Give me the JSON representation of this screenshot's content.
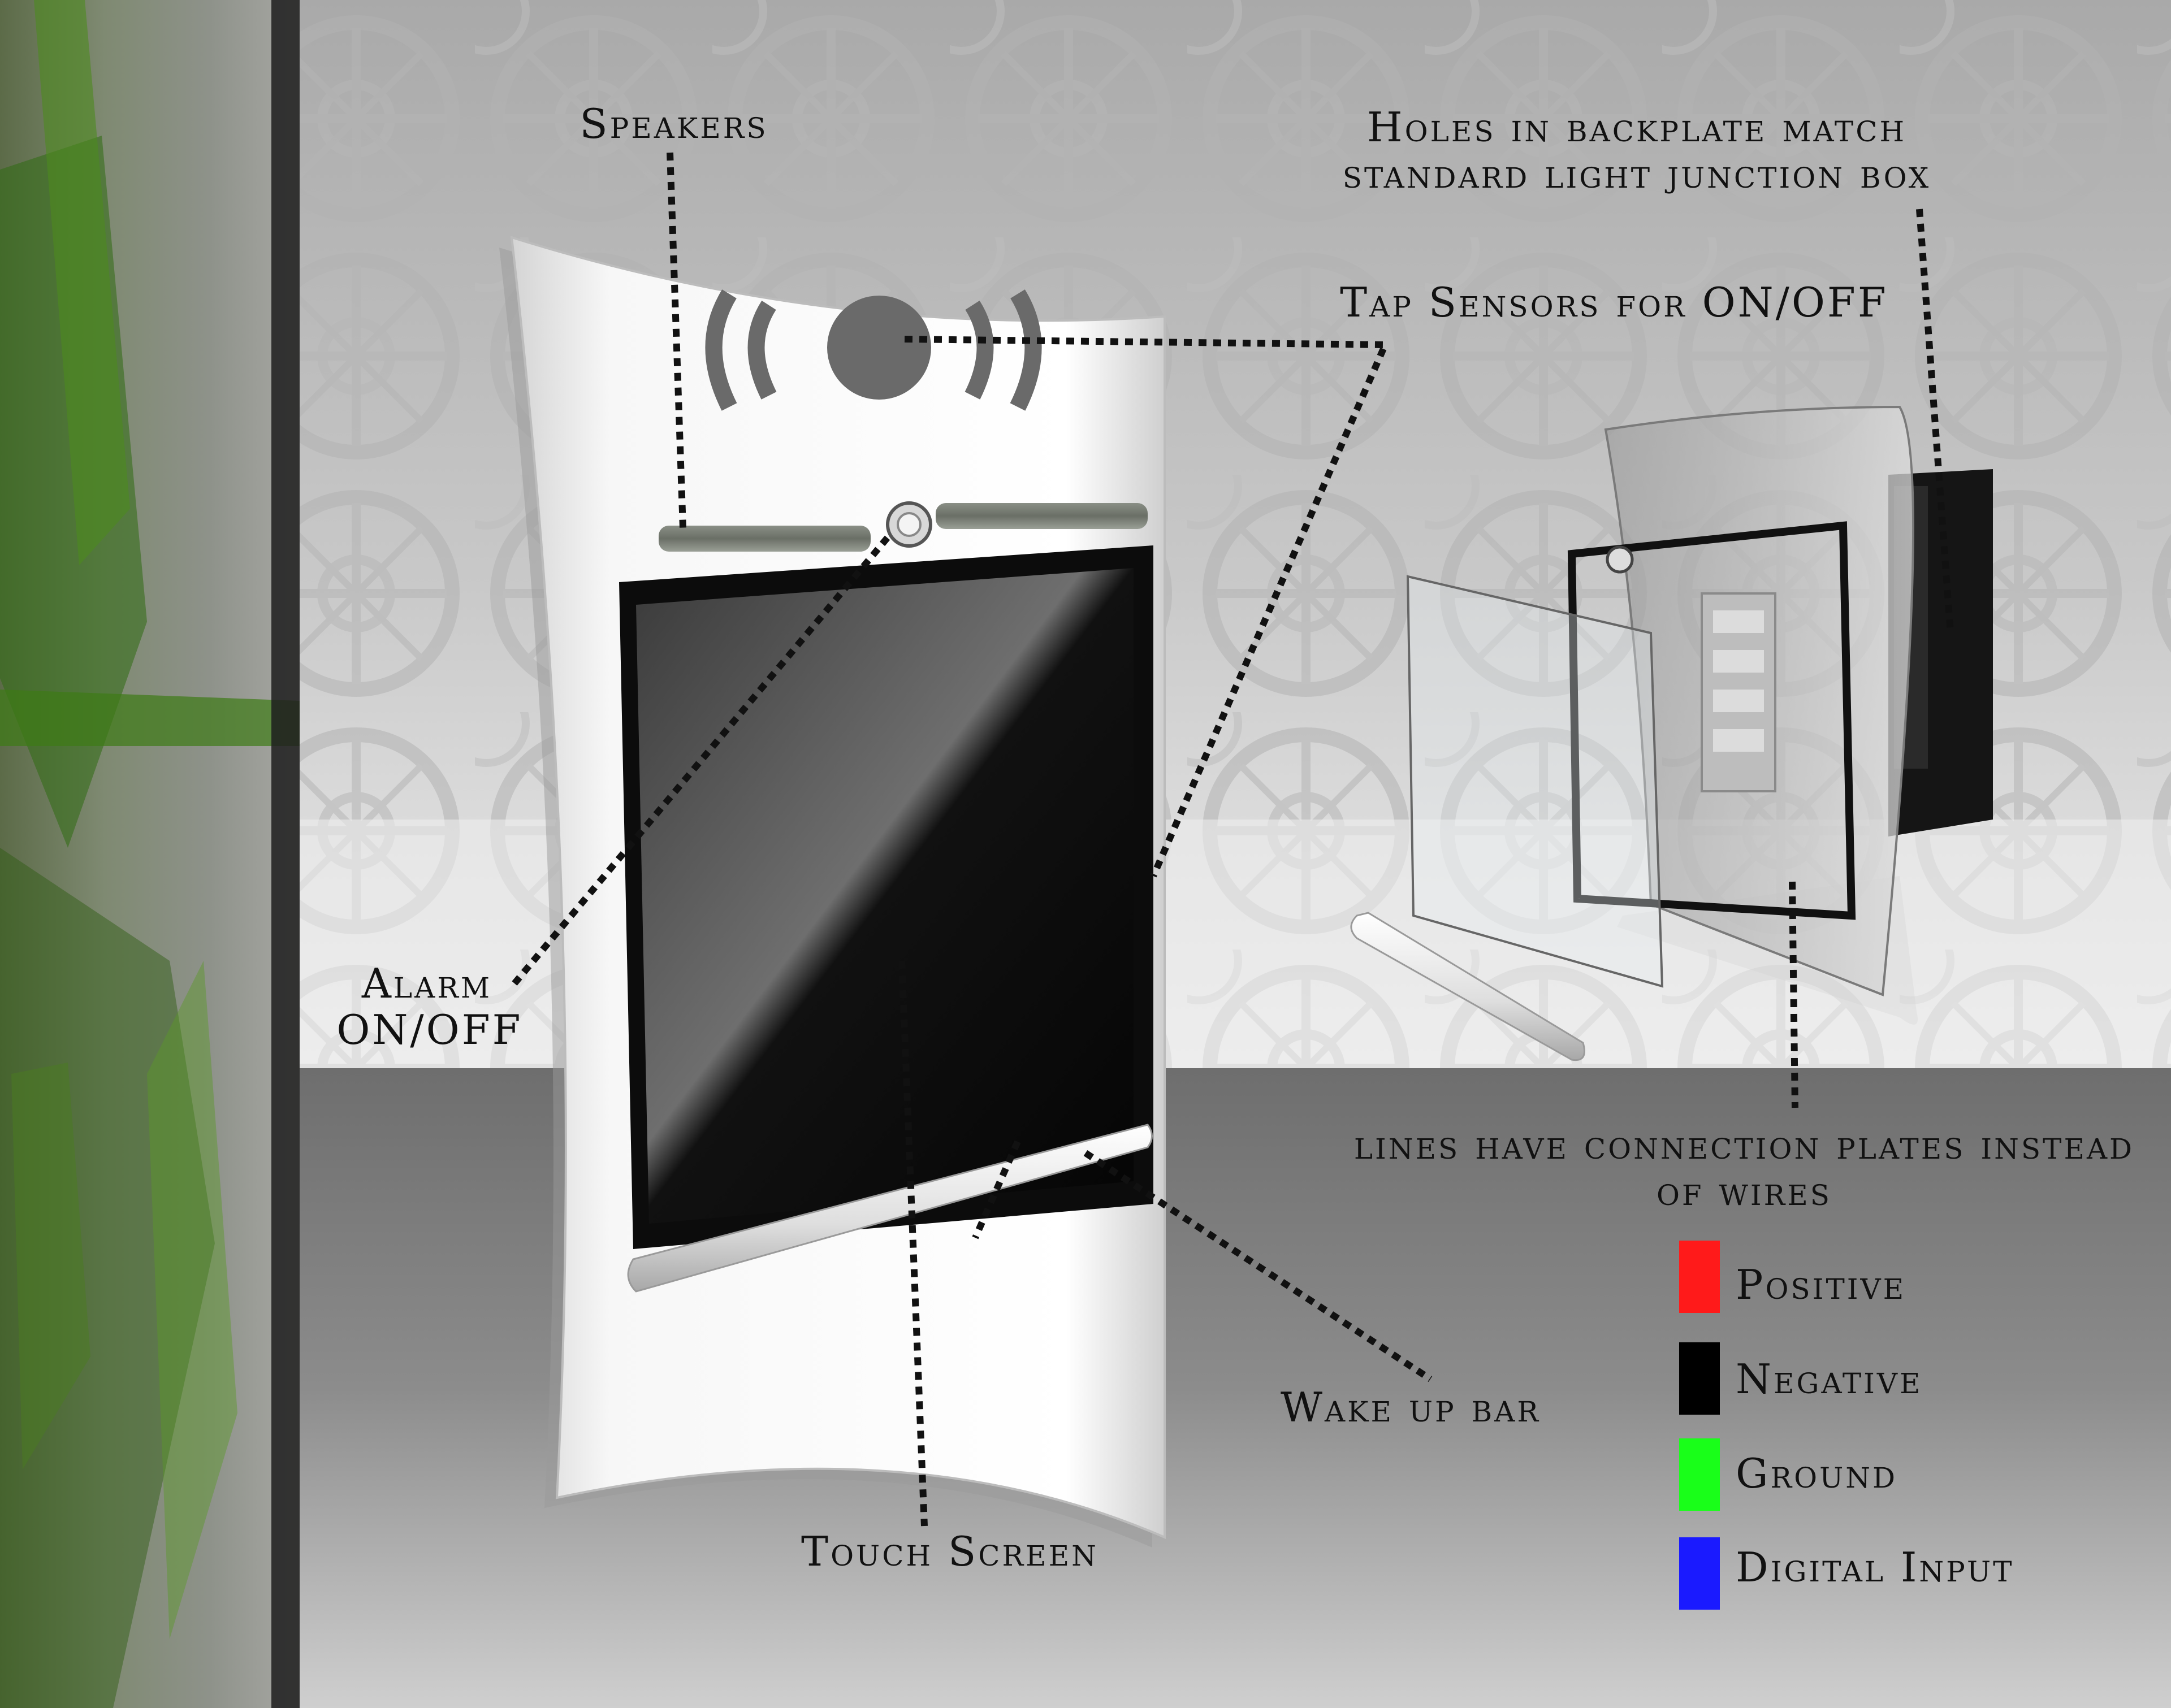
{
  "labels": {
    "speakers": "Speakers",
    "holes_line1": "Holes in backplate match",
    "holes_line2": "standard light junction box",
    "tap_sensors": "Tap Sensors for ON/OFF",
    "alarm_line1": "Alarm",
    "alarm_line2": "ON/OFF",
    "lines_line1": "lines have connection plates instead",
    "lines_line2": "of wires",
    "wake_up_bar": "Wake up bar",
    "touch_screen": "Touch Screen"
  },
  "legend": [
    {
      "label": "Positive",
      "color": "#ff1a1a",
      "text_color": "#e01010"
    },
    {
      "label": "Negative",
      "color": "#000000",
      "text_color": "#111111"
    },
    {
      "label": "Ground",
      "color": "#19ff19",
      "text_color": "#10e010"
    },
    {
      "label": "Digital Input",
      "color": "#1a1aff",
      "text_color": "#1010d0"
    }
  ],
  "icons": [
    "speaker-wave-icon",
    "sensor-circle-icon",
    "alarm-button-icon"
  ]
}
